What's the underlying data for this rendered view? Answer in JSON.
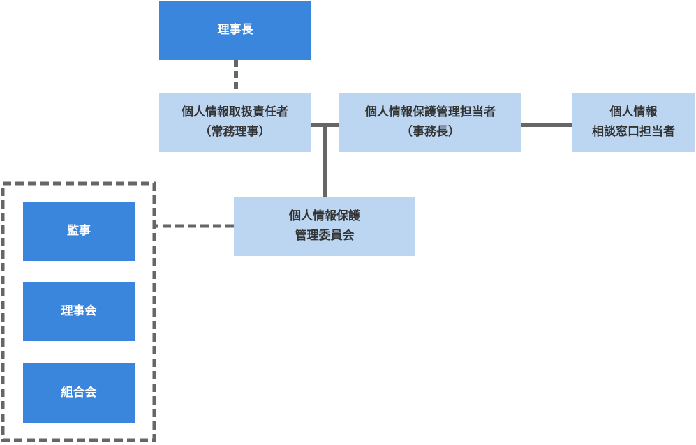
{
  "colors": {
    "primary_box": "#3a86dc",
    "secondary_box": "#bcd6f2",
    "connector": "#666666"
  },
  "nodes": {
    "chairman": {
      "label": "理事長"
    },
    "responsible_officer": {
      "line1": "個人情報取扱責任者",
      "line2": "（常務理事）"
    },
    "protection_manager": {
      "line1": "個人情報保護管理担当者",
      "line2": "（事務長）"
    },
    "consultation_window": {
      "line1": "個人情報",
      "line2": "相談窓口担当者"
    },
    "committee": {
      "line1": "個人情報保護",
      "line2": "管理委員会"
    }
  },
  "oversight_group": {
    "items": [
      {
        "label": "監事"
      },
      {
        "label": "理事会"
      },
      {
        "label": "組合会"
      }
    ]
  }
}
